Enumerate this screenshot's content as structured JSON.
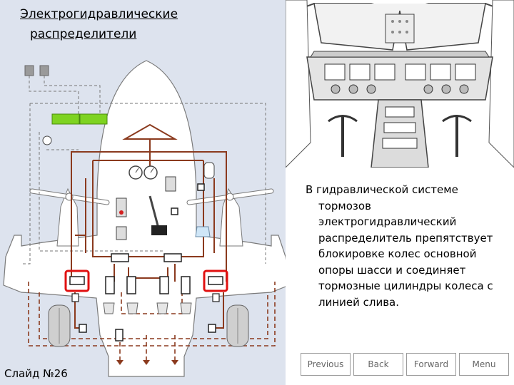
{
  "slide": {
    "title_line1": "Электрогидравлические",
    "title_line2": "распределители",
    "slide_number": "Слайд №26",
    "body_text": "В гидравлической системе тормозов электрогидравлический распределитель препятствует блокировке колес основной опоры шасси и соединяет тормозные цилиндры колеса с линией слива."
  },
  "navigation": {
    "previous": "Previous",
    "back": "Back",
    "forward": "Forward",
    "menu": "Menu"
  },
  "colors": {
    "left_panel": "#dde3ee",
    "line_brown": "#8b3a1e",
    "highlight_red": "#e01010",
    "panel_green": "#7ed321",
    "aircraft_fill": "#ffffff",
    "outline_gray": "#7a7a7a"
  }
}
